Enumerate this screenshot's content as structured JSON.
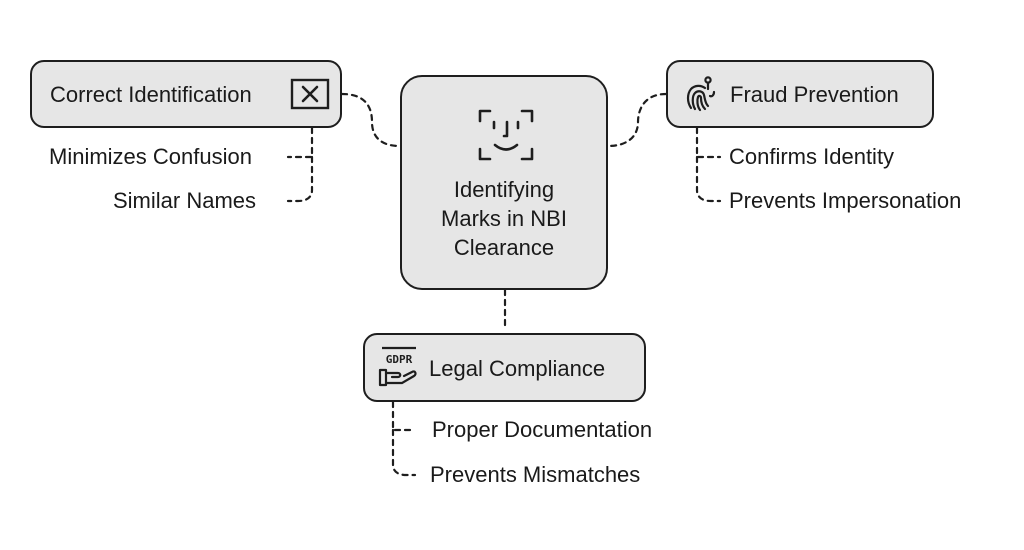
{
  "center": {
    "lines": [
      "Identifying",
      "Marks in NBI",
      "Clearance"
    ],
    "icon": "face-id-icon"
  },
  "branches": {
    "correct_identification": {
      "title": "Correct Identification",
      "icon": "close-box-icon",
      "items": [
        "Minimizes Confusion",
        "Similar Names"
      ]
    },
    "fraud_prevention": {
      "title": "Fraud Prevention",
      "icon": "fingerprint-icon",
      "items": [
        "Confirms Identity",
        "Prevents Impersonation"
      ]
    },
    "legal_compliance": {
      "title": "Legal Compliance",
      "icon": "gdpr-hand-icon",
      "icon_text": "GDPR",
      "items": [
        "Proper Documentation",
        "Prevents Mismatches"
      ]
    }
  }
}
